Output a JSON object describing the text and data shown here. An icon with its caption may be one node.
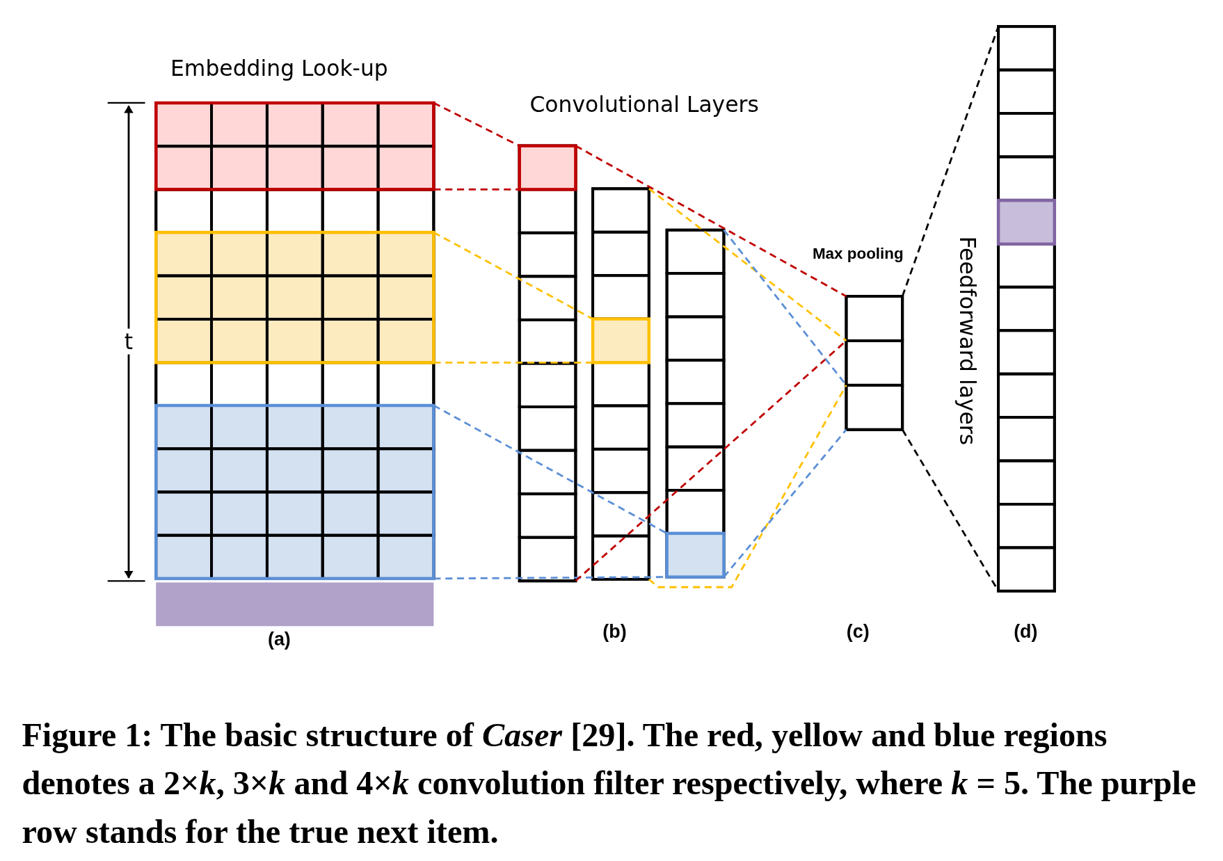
{
  "diagram": {
    "caption": "Figure 1: The basic structure of *Caser* [29]. The red, yellow and blue regions denotes a 2×*k*, 3×*k* and 4×*k* convolution filter respectively, where *k* = 5. The purple row stands for the true next item.",
    "nodes": [
      {
        "text": [],
        "shape": "box"
      },
      {
        "text": [],
        "shape": "box",
        "in": 0
      },
      {
        "text": [],
        "shape": "box",
        "in": 0
      },
      {
        "text": [],
        "shape": "box",
        "in": 0
      },
      {
        "text": [],
        "shape": "bar"
      },
      {
        "text": [],
        "shape": "box"
      },
      {
        "text": [],
        "shape": "box",
        "in": 5
      },
      {
        "text": [],
        "shape": "box"
      },
      {
        "text": [],
        "shape": "box",
        "in": 7
      },
      {
        "text": [],
        "shape": "box"
      },
      {
        "text": [],
        "shape": "box",
        "in": 9
      },
      {
        "text": [],
        "shape": "box"
      },
      {
        "text": [],
        "shape": "box"
      },
      {
        "text": [],
        "shape": "box",
        "in": 12
      }
    ],
    "edges": [
      {
        "from": 1,
        "to": 6,
        "arrow": "none",
        "style": "dashed",
        "color": "#c00000"
      },
      {
        "from": 1,
        "to": 6,
        "arrow": "none",
        "style": "dashed",
        "color": "#c00000"
      },
      {
        "from": 2,
        "to": 8,
        "arrow": "none",
        "style": "dashed",
        "color": "#ffc000"
      },
      {
        "from": 2,
        "to": 8,
        "arrow": "none",
        "style": "dashed",
        "color": "#ffc000"
      },
      {
        "from": 3,
        "to": 10,
        "arrow": "none",
        "style": "dashed",
        "color": "#5b8fd6"
      },
      {
        "from": 3,
        "to": 10,
        "arrow": "none",
        "style": "dashed",
        "color": "#5b8fd6"
      },
      {
        "from": 5,
        "to": 11,
        "arrow": "none",
        "style": "dashed",
        "color": "#c00000"
      },
      {
        "from": 5,
        "to": 11,
        "arrow": "none",
        "style": "dashed",
        "color": "#c00000"
      },
      {
        "from": 7,
        "to": 11,
        "arrow": "none",
        "style": "dashed",
        "color": "#ffc000"
      },
      {
        "from": 7,
        "to": 11,
        "arrow": "none",
        "style": "dashed",
        "color": "#ffc000"
      },
      {
        "from": 9,
        "to": 11,
        "arrow": "none",
        "style": "dashed",
        "color": "#5b8fd6"
      },
      {
        "from": 9,
        "to": 11,
        "arrow": "none",
        "style": "dashed",
        "color": "#5b8fd6"
      },
      {
        "from": 11,
        "to": 12,
        "arrow": "none",
        "style": "dashed",
        "color": "#000000"
      },
      {
        "from": 11,
        "to": 12,
        "arrow": "none",
        "style": "dashed",
        "color": "#000000"
      }
    ],
    "labels": [
      "Embedding Look-up",
      "Convolutional Layers",
      "Max pooling",
      "Feedforward layers",
      "t",
      "(a)",
      "(b)",
      "(c)",
      "(d)"
    ]
  }
}
